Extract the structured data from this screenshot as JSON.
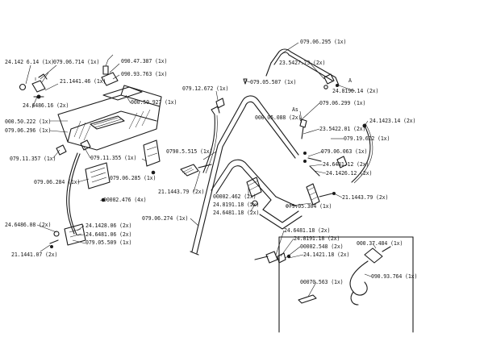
{
  "labels": {
    "l_24142614": "24.142 6.14 (1x)",
    "l_079067141": "079.06.714 (1x)",
    "l_090473871": "090.47.387 (1x)",
    "l_090937631": "090.93.763 (1x)",
    "l_214414611": "21.1441.46 (1x)",
    "l_2464861": "24.6486.16 (2x)",
    "l_000509271": "000.50.927 (1x)",
    "l_000502221": "000.50.222 (1x)",
    "l_079062961": "079.06.296 (1x)",
    "l_079113572": "079.11.357 (1x)",
    "l_079113551": "079.11.355 (1x)",
    "l_079062841": "079.06.284 (1x)",
    "l_079062851": "079.06.285 (1x)",
    "l_000024764": "00002.476 (4x)",
    "l_246486082": "24.6486.08 (2x)",
    "l_241428062": "24.1428.06 (2x)",
    "l_246481062": "24.6481.06 (2x)",
    "l_079055091": "079.05.509 (1x)",
    "l_211441072": "21.1441.07 (2x)",
    "l_079062951": "079.06.295 (1x)",
    "l_235427732": "23.5427.73 (2x)",
    "l_A": "A",
    "l_248190142": "24.8190.14 (2x)",
    "l_079055071": "079.05.507 (1x)",
    "l_079126721": "079.12.672 (1x)",
    "l_079062991": "079.06.299 (1x)",
    "l_As": "As",
    "l_000050881": "000.05.088 (2x)",
    "l_241423142": "24.1423.14 (2x)",
    "l_235422012": "23.5422.01 (2x)",
    "l_079196221": "079.19.622 (1x)",
    "l_079055151": "0790.5.515 (1x)",
    "l_079060631": "079.06.063 (1x)",
    "l_246481122": "24.6481.12 (2x)",
    "l_241426122": "24.1426.12 (2x)",
    "l_211443792a": "21.1443.79 (2x)",
    "l_000024622": "00002.462 (2x)",
    "l_248191182a": "24.8191.18 (2x)",
    "l_246481182a": "24.6481.18 (2x)",
    "l_211443792b": "21.1443.79 (2x)",
    "l_079053041": "079.05.304 (1x)",
    "l_079062741": "079.06.274 (1x)",
    "l_246481182b": "24.6481.18 (2x)",
    "l_248191182b": "24.8191.18 (2x)",
    "l_000025482": "00002.548 (2x)",
    "l_241421182": "24.1421.18 (2x)",
    "l_000374841": "000.37.484 (1x)",
    "l_000705631": "00070.563 (1x)",
    "l_090937641": "090.93.764 (1x)"
  }
}
